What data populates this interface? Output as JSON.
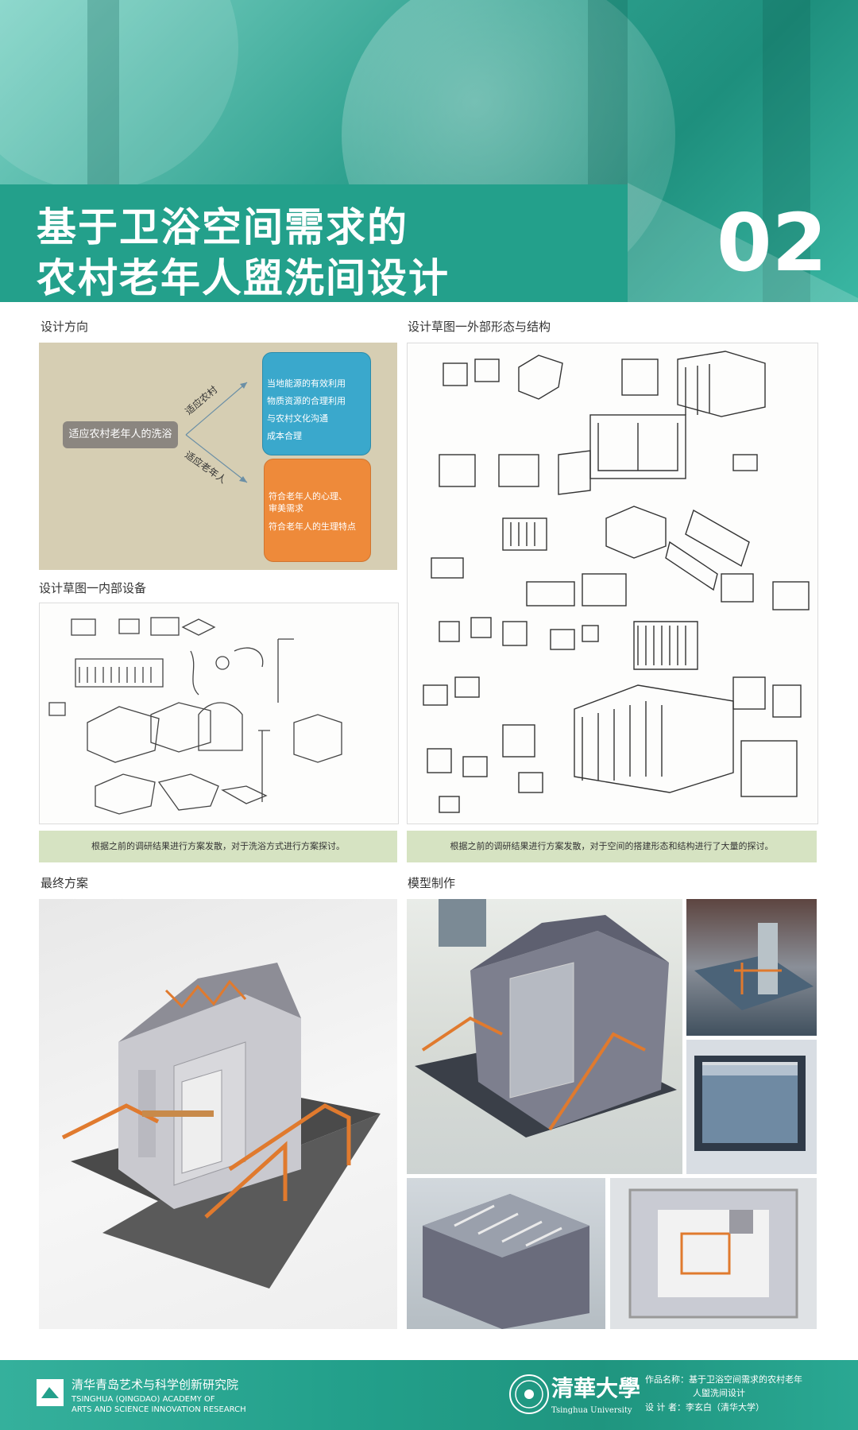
{
  "header": {
    "title_line1": "基于卫浴空间需求的",
    "title_line2": "农村老年人盥洗间设计",
    "number": "02"
  },
  "sections": {
    "design_direction": "设计方向",
    "sketch_exterior": "设计草图一外部形态与结构",
    "sketch_interior": "设计草图一内部设备",
    "final_scheme": "最终方案",
    "model_making": "模型制作"
  },
  "direction_diagram": {
    "center": "适应农村老年人的洗浴",
    "branch_top_label": "适应农村",
    "branch_bottom_label": "适应老年人",
    "rural_points": [
      "当地能源的有效利用",
      "物质资源的合理利用",
      "与农村文化沟通",
      "成本合理"
    ],
    "elderly_points": [
      "符合老年人的心理、",
      "审美需求",
      "符合老年人的生理特点"
    ],
    "colors": {
      "background": "#d6ceb3",
      "blue": "#3aa8cc",
      "orange": "#ee8a3a",
      "node": "#8b8680"
    }
  },
  "captions": {
    "interior": "根据之前的调研结果进行方案发散，对于洗浴方式进行方案探讨。",
    "exterior": "根据之前的调研结果进行方案发散，对于空间的搭建形态和结构进行了大量的探讨。"
  },
  "footer": {
    "institute_cn": "清华青岛艺术与科学创新研究院",
    "institute_en_1": "TSINGHUA (QINGDAO) ACADEMY OF",
    "institute_en_2": "ARTS AND SCIENCE INNOVATION RESEARCH",
    "university_cn": "清華大學",
    "university_en": "Tsinghua University",
    "work_label": "作品名称：",
    "work_name_1": "基于卫浴空间需求的农村老年",
    "work_name_2": "人盥洗间设计",
    "designer_label": "设  计  者：",
    "designer": "李玄白（清华大学）"
  },
  "theme": {
    "teal": "#23a08b",
    "caption_bg": "#d6e3c2",
    "handrail": "#e07a2e"
  }
}
